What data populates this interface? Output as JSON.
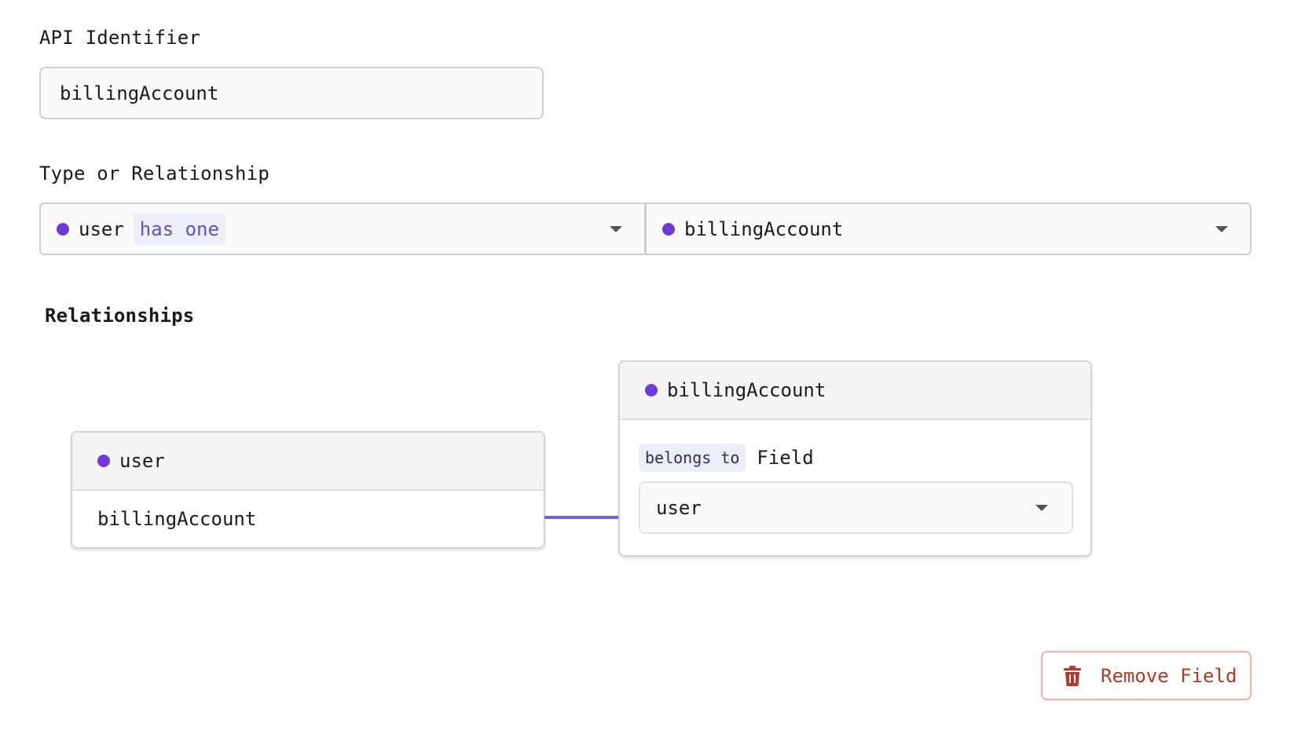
{
  "api_identifier": {
    "label": "API Identifier",
    "value": "billingAccount"
  },
  "type_or_relationship": {
    "label": "Type or Relationship",
    "left": {
      "model": "user",
      "relation": "has one"
    },
    "right": {
      "model": "billingAccount"
    }
  },
  "relationships": {
    "heading": "Relationships",
    "source_card": {
      "model": "user",
      "field": "billingAccount"
    },
    "target_card": {
      "model": "billingAccount",
      "relation": "belongs to",
      "field_label": "Field",
      "field_value": "user"
    }
  },
  "remove_button": {
    "label": "Remove Field"
  },
  "colors": {
    "model_dot": "#6f3bd6",
    "connector": "#6b63e8",
    "danger": "#b23a2b"
  },
  "icons": {
    "model": "model-dot-icon",
    "dropdown": "chevron-down-icon",
    "remove": "trash-icon"
  }
}
